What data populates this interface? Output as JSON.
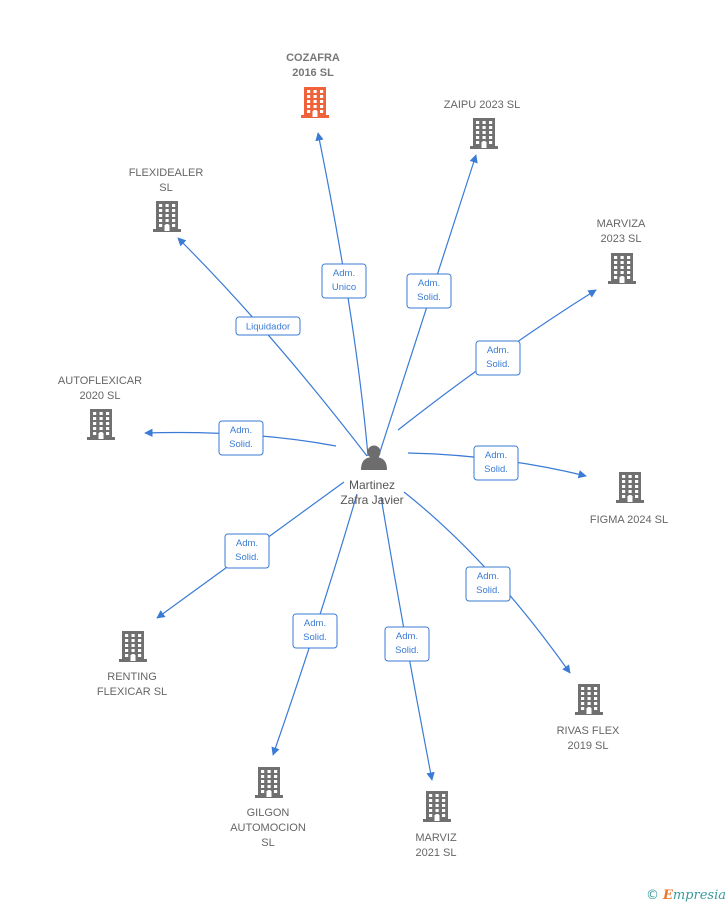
{
  "center": {
    "lines": [
      "Martinez",
      "Zafra Javier"
    ]
  },
  "companies": [
    {
      "id": "cozafra",
      "lines": [
        "COZAFRA",
        "2016  SL"
      ],
      "highlight": true,
      "role": [
        "Adm.",
        "Unico"
      ]
    },
    {
      "id": "zaipu",
      "lines": [
        "ZAIPU 2023  SL"
      ],
      "highlight": false,
      "role": [
        "Adm.",
        "Solid."
      ]
    },
    {
      "id": "flexidealer",
      "lines": [
        "FLEXIDEALER",
        "SL"
      ],
      "highlight": false,
      "role": [
        "Liquidador"
      ]
    },
    {
      "id": "marviza",
      "lines": [
        "MARVIZA",
        "2023  SL"
      ],
      "highlight": false,
      "role": [
        "Adm.",
        "Solid."
      ]
    },
    {
      "id": "autoflexicar",
      "lines": [
        "AUTOFLEXICAR",
        "2020  SL"
      ],
      "highlight": false,
      "role": [
        "Adm.",
        "Solid."
      ]
    },
    {
      "id": "figma",
      "lines": [
        "FIGMA 2024  SL"
      ],
      "highlight": false,
      "role": [
        "Adm.",
        "Solid."
      ]
    },
    {
      "id": "renting",
      "lines": [
        "RENTING",
        "FLEXICAR  SL"
      ],
      "highlight": false,
      "role": [
        "Adm.",
        "Solid."
      ]
    },
    {
      "id": "rivas",
      "lines": [
        "RIVAS FLEX",
        "2019  SL"
      ],
      "highlight": false,
      "role": [
        "Adm.",
        "Solid."
      ]
    },
    {
      "id": "gilgon",
      "lines": [
        "GILGON",
        "AUTOMOCION",
        "SL"
      ],
      "highlight": false,
      "role": [
        "Adm.",
        "Solid."
      ]
    },
    {
      "id": "marviz",
      "lines": [
        "MARVIZ",
        "2021  SL"
      ],
      "highlight": false,
      "role": [
        "Adm.",
        "Solid."
      ]
    }
  ],
  "footer": {
    "copyright": "©",
    "brand_initial": "E",
    "brand_rest": "mpresia"
  },
  "colors": {
    "edge": "#3a7bd5",
    "building": "#707070",
    "highlight": "#f0623a",
    "person": "#6d6d6d"
  }
}
